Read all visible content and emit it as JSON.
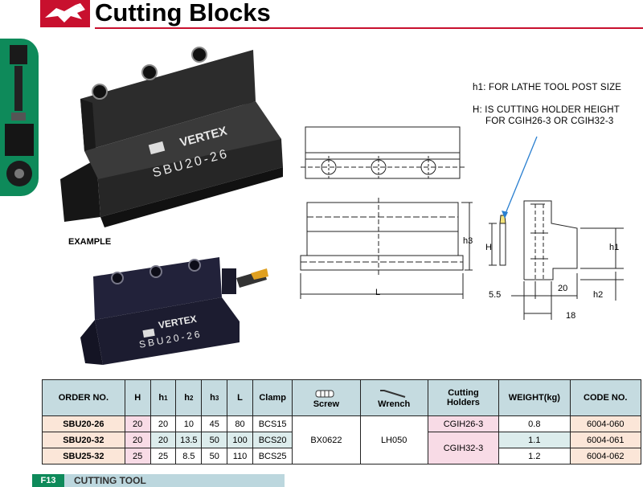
{
  "header": {
    "title": "Cutting Blocks"
  },
  "notes": {
    "h1_note": "h1: FOR LATHE TOOL POST SIZE",
    "H_note_line1": "H: IS CUTTING HOLDER HEIGHT",
    "H_note_line2": "FOR CGIH26-3 OR  CGIH32-3"
  },
  "photo": {
    "brand": "VERTEX",
    "model": "SBU20-26",
    "example_label": "EXAMPLE"
  },
  "drawing": {
    "L": "L",
    "h3": "h3",
    "H": "H",
    "h1": "h1",
    "h2": "h2",
    "d55": "5.5",
    "d20": "20",
    "d18": "18"
  },
  "table": {
    "headers": {
      "order": "ORDER NO.",
      "H": "H",
      "h1_base": "h",
      "h1_sub": "1",
      "h2_base": "h",
      "h2_sub": "2",
      "h3_base": "h",
      "h3_sub": "3",
      "L": "L",
      "clamp": "Clamp",
      "screw": "Screw",
      "wrench": "Wrench",
      "holders_1": "Cutting",
      "holders_2": "Holders",
      "weight": "WEIGHT(kg)",
      "code": "CODE NO."
    },
    "rows": [
      {
        "order": "SBU20-26",
        "H": "20",
        "h1": "20",
        "h2": "10",
        "h3": "45",
        "L": "80",
        "clamp": "BCS15",
        "weight": "0.8",
        "code": "6004-060"
      },
      {
        "order": "SBU20-32",
        "H": "20",
        "h1": "20",
        "h2": "13.5",
        "h3": "50",
        "L": "100",
        "clamp": "BCS20",
        "weight": "1.1",
        "code": "6004-061"
      },
      {
        "order": "SBU25-32",
        "H": "25",
        "h1": "25",
        "h2": "8.5",
        "h3": "50",
        "L": "110",
        "clamp": "BCS25",
        "weight": "1.2",
        "code": "6004-062"
      }
    ],
    "screw": "BX0622",
    "wrench": "LH050",
    "holder_a": "CGIH26-3",
    "holder_b": "CGIH32-3"
  },
  "footer": {
    "page": "F13",
    "section": "CUTTING TOOL"
  }
}
